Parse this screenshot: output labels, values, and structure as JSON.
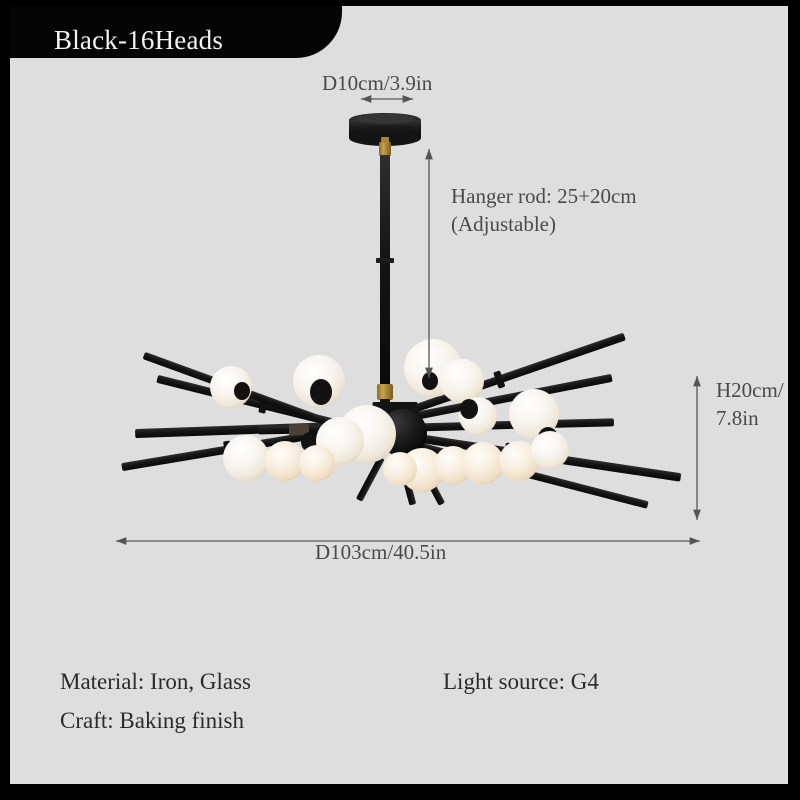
{
  "banner": {
    "title": "Black-16Heads",
    "background_color": "#050505",
    "text_color": "#f2f2f2"
  },
  "background_color": "#dedede",
  "frame_color": "#000000",
  "annotations": {
    "diameter_top": "D10cm/3.9in",
    "hanger_rod_line1": "Hanger rod: 25+20cm",
    "hanger_rod_line2": "(Adjustable)",
    "height_line1": "H20cm/",
    "height_line2": "7.8in",
    "diameter_bottom": "D103cm/40.5in",
    "arrow_color": "#555555"
  },
  "specs": {
    "material": "Material: Iron, Glass",
    "craft": "Craft: Baking finish",
    "light_source": "Light source: G4"
  },
  "product": {
    "name": "Black-16Heads",
    "head_count": 16,
    "canopy_diameter_cm": 10,
    "canopy_diameter_in": 3.9,
    "fixture_diameter_cm": 103,
    "fixture_diameter_in": 40.5,
    "fixture_height_cm": 20,
    "fixture_height_in": 7.8,
    "hanger_rod_cm": "25+20",
    "hanger_rod_adjustable": true,
    "metal_color": "#151515",
    "accent_color": "#b08a3e",
    "globe_color": "#f7f4ee",
    "globe_warm_color": "#f7e3cd"
  }
}
